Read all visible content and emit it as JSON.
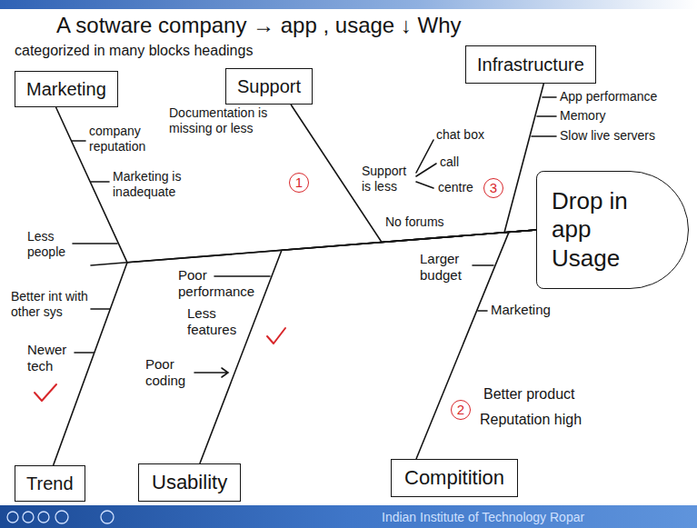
{
  "diagram": {
    "title": "A sotware company → app , usage ↓ Why",
    "nodes": [
      {
        "text": [
          "Marketing"
        ]
      },
      {
        "text": [
          "Support"
        ]
      },
      {
        "text": [
          "Infrastructure"
        ]
      },
      {
        "text": [
          "Drop in app Usage"
        ]
      },
      {
        "text": [
          "Trend"
        ]
      },
      {
        "text": [
          "Usability"
        ]
      },
      {
        "text": [
          "Compitition"
        ]
      }
    ],
    "edges": [
      {
        "from": 0,
        "to": 3,
        "arrow": "none"
      },
      {
        "from": 1,
        "to": 3,
        "arrow": "none"
      },
      {
        "from": 2,
        "to": 3,
        "arrow": "none"
      },
      {
        "from": 4,
        "to": 3,
        "arrow": "none"
      },
      {
        "from": 5,
        "to": 3,
        "arrow": "none"
      },
      {
        "from": 6,
        "to": 3,
        "arrow": "none"
      }
    ],
    "labels": [
      "categorized in many blocks headings",
      "company reputation",
      "Marketing is inadequate",
      "Less people",
      "Documentation is missing or less",
      "chat box",
      "Support is less",
      "call",
      "centre",
      "1",
      "No forums",
      "App performance",
      "Memory",
      "Slow live servers",
      "3",
      "Larger budget",
      "Marketing",
      "2",
      "Better product",
      "Reputation high",
      "Better int with other sys",
      "Newer tech",
      "Poor performance",
      "Less features",
      "Poor coding",
      "Indian Institute of Technology Ropar"
    ]
  }
}
